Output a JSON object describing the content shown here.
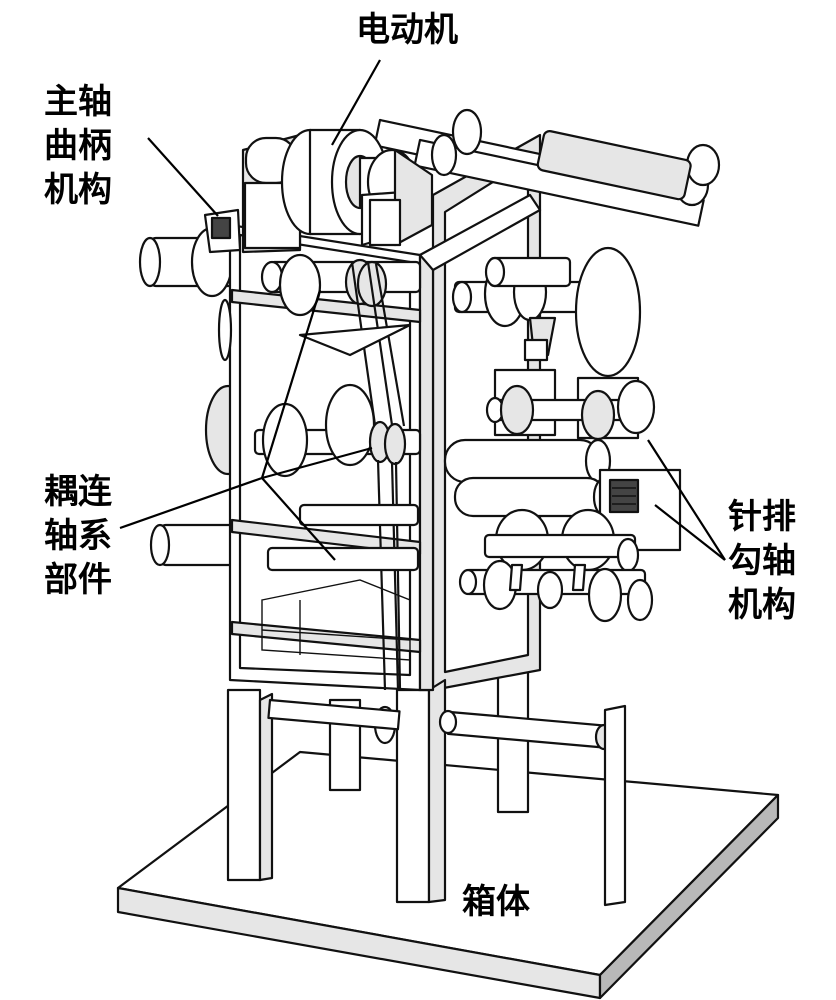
{
  "labels": {
    "motor": "电动机",
    "main_crank": [
      "主轴",
      "曲柄",
      "机构"
    ],
    "coupling_shaft": [
      "耦连",
      "轴系",
      "部件"
    ],
    "needle_hook": [
      "针排",
      "勾轴",
      "机构"
    ],
    "box": "箱体"
  }
}
